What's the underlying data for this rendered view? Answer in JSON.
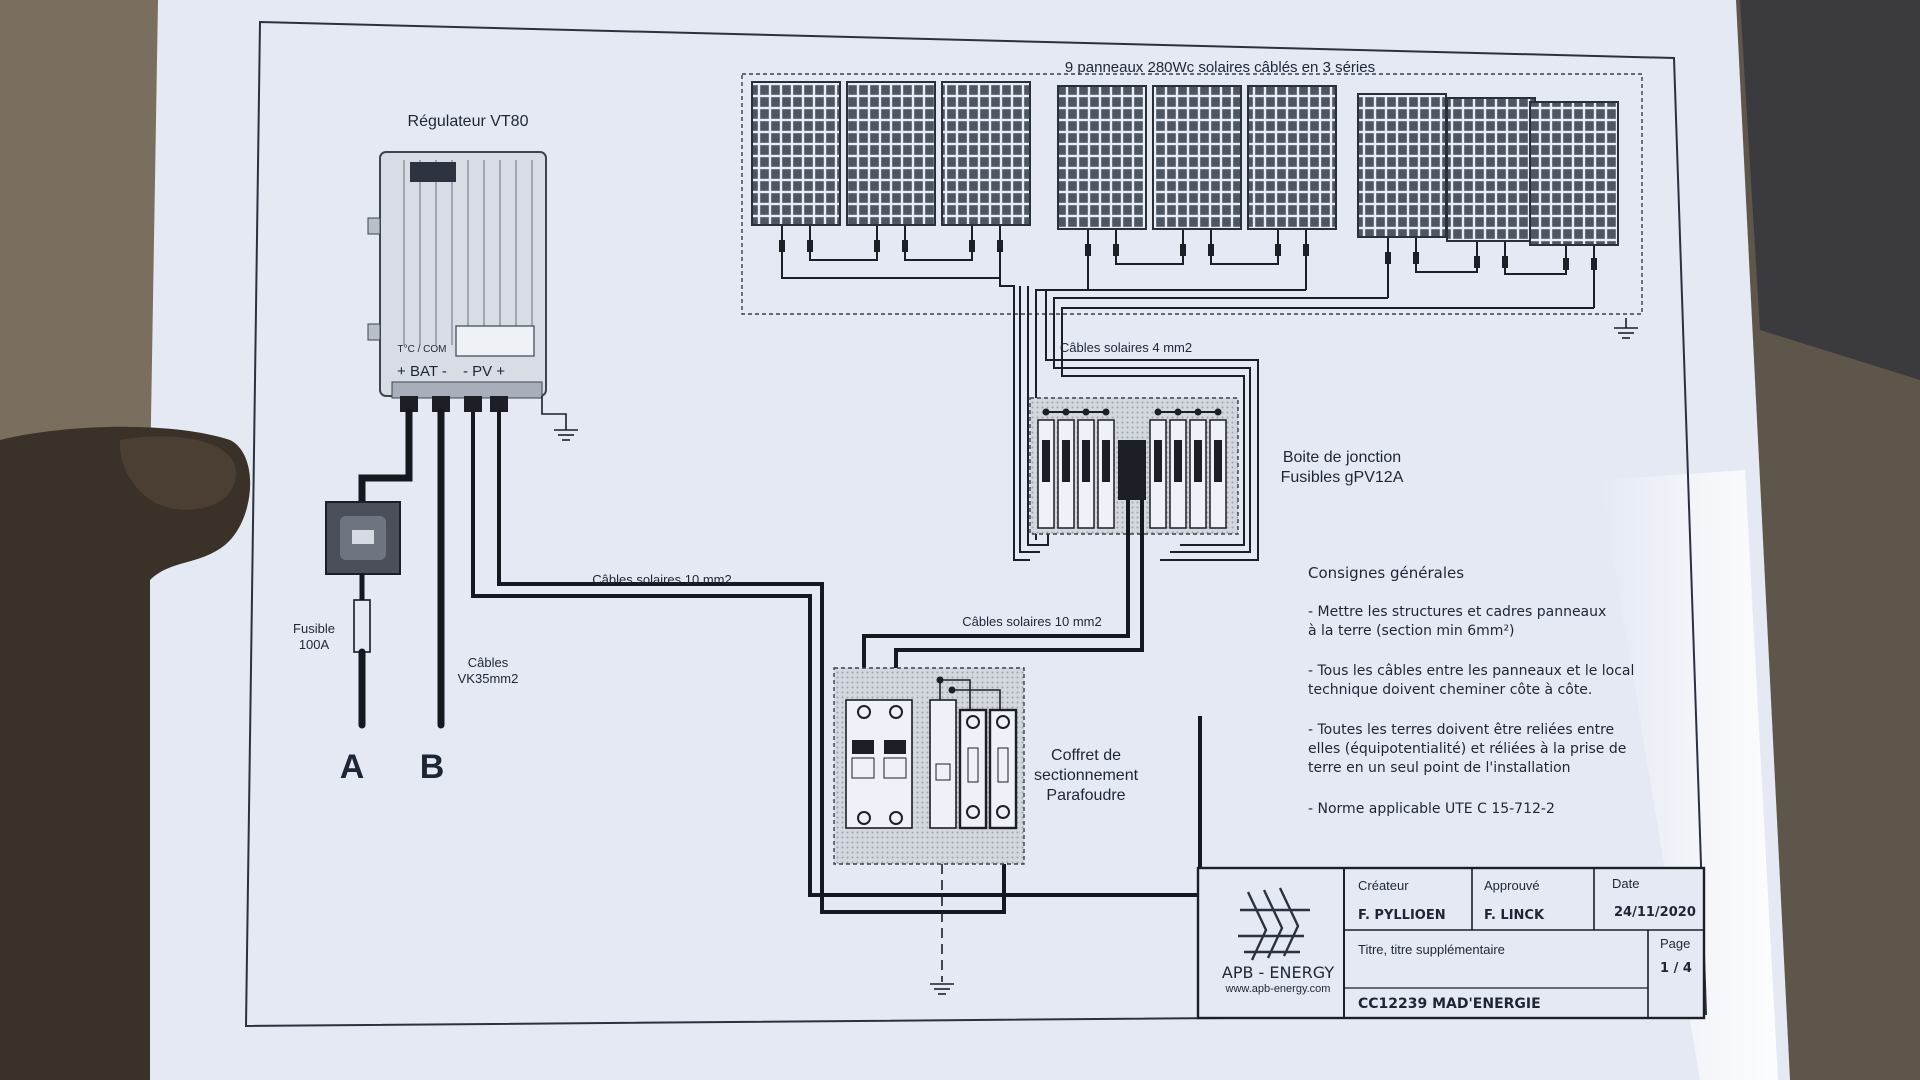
{
  "diagram": {
    "panels_title": "9 panneaux 280Wc solaires câblés en 3 séries",
    "regulator_title": "Régulateur VT80",
    "regulator_terminals": {
      "temp_com": "T°C / COM",
      "bat": "+ BAT -",
      "pv": "- PV +"
    },
    "cable_4mm": "Câbles solaires 4 mm2",
    "cable_10mm_left": "Câbles solaires 10 mm2",
    "cable_10mm_right": "Câbles solaires 10 mm2",
    "junction_box": [
      "Boite de jonction",
      "Fusibles gPV12A"
    ],
    "fuse": [
      "Fusible",
      "100A"
    ],
    "vk_cables": [
      "Câbles",
      "VK35mm2"
    ],
    "label_a": "A",
    "label_b": "B",
    "coffret": [
      "Coffret de",
      "sectionnement",
      "Parafoudre"
    ]
  },
  "consignes": {
    "title": "Consignes générales",
    "items": [
      [
        "- Mettre les structures et cadres panneaux",
        "à la terre (section min 6mm²)"
      ],
      [
        "- Tous les câbles entre les panneaux et le local",
        "technique doivent cheminer côte à côte."
      ],
      [
        "- Toutes les terres doivent être reliées entre",
        "elles (équipotentialité) et réliées à la prise de",
        "terre en un seul point de l'installation"
      ],
      [
        "- Norme applicable UTE C 15-712-2"
      ]
    ]
  },
  "title_block": {
    "company": "APB - ENERGY",
    "website": "www.apb-energy.com",
    "createur_label": "Créateur",
    "createur": "F. PYLLIOEN",
    "approuve_label": "Approuvé",
    "approuve": "F. LINCK",
    "date_label": "Date",
    "date": "24/11/2020",
    "titre_label": "Titre, titre supplémentaire",
    "titre": "CC12239 MAD'ENERGIE",
    "page_label": "Page",
    "page": "1 / 4"
  },
  "colors": {
    "paper": "#e4e9f3",
    "ink": "#1e2636",
    "cable": "#15181f",
    "background": "#5a5248"
  }
}
